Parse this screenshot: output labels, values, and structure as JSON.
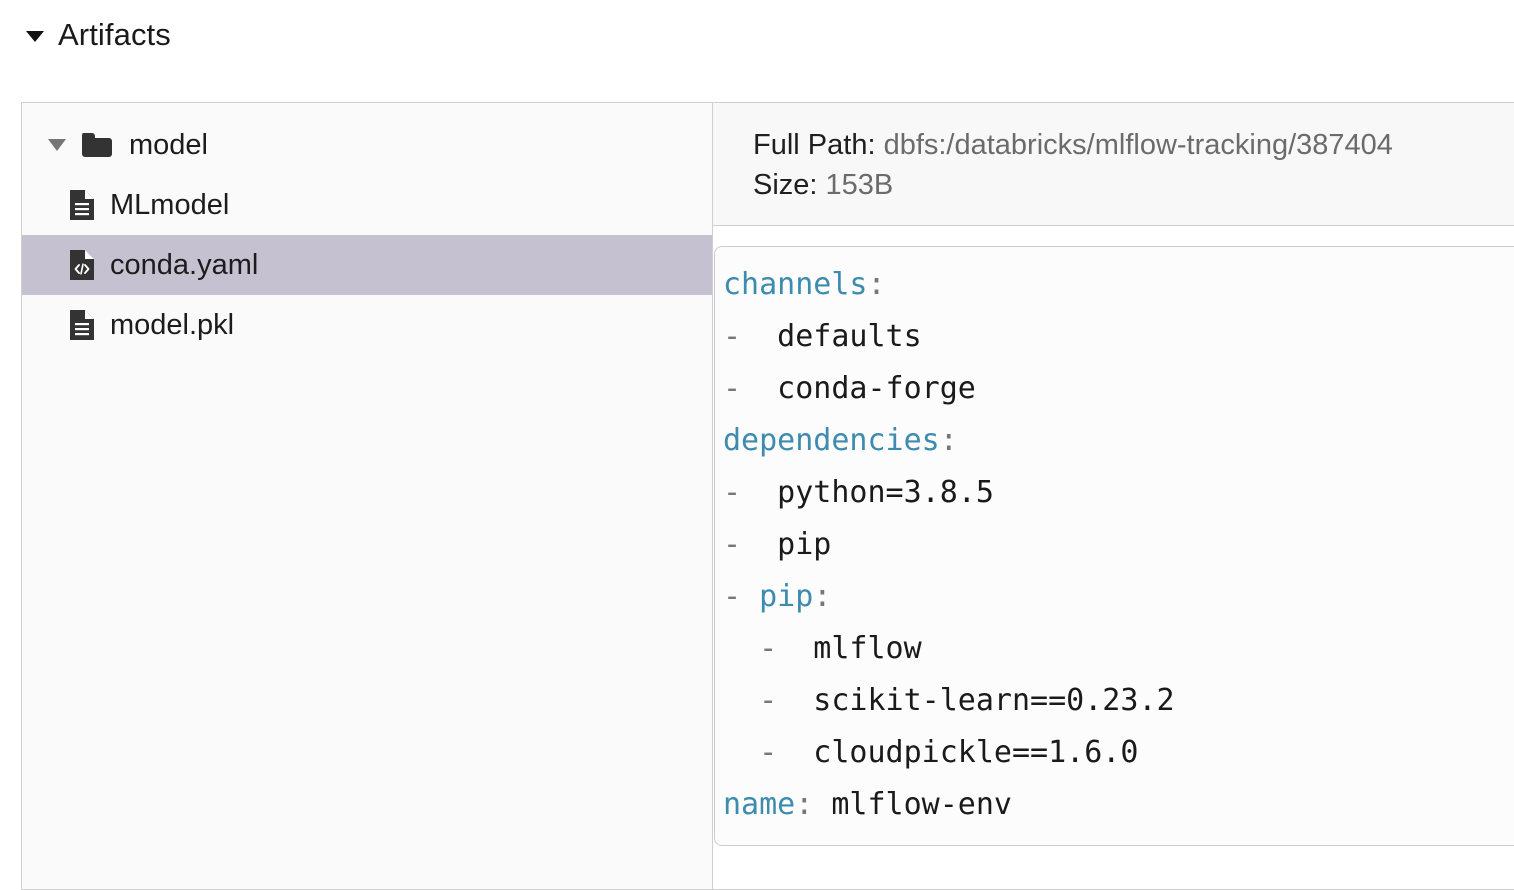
{
  "section": {
    "title": "Artifacts",
    "caret_icon": "caret-down-icon",
    "expanded": true
  },
  "file_tree": {
    "items": [
      {
        "label": "model",
        "type": "folder",
        "icon": "folder-icon",
        "depth": 0,
        "expanded": true,
        "selected": false
      },
      {
        "label": "MLmodel",
        "type": "file",
        "icon": "document-icon",
        "depth": 1,
        "selected": false
      },
      {
        "label": "conda.yaml",
        "type": "file",
        "icon": "code-file-icon",
        "depth": 1,
        "selected": true
      },
      {
        "label": "model.pkl",
        "type": "file",
        "icon": "document-icon",
        "depth": 1,
        "selected": false
      }
    ]
  },
  "detail": {
    "full_path_label": "Full Path:",
    "full_path_value": "dbfs:/databricks/mlflow-tracking/387404",
    "size_label": "Size:",
    "size_value": "153B"
  },
  "code": {
    "language": "yaml",
    "filename": "conda.yaml",
    "lines": [
      {
        "indent": 0,
        "dash": false,
        "key": "channels",
        "colon": true,
        "value": ""
      },
      {
        "indent": 0,
        "dash": true,
        "key": null,
        "colon": false,
        "value": "defaults"
      },
      {
        "indent": 0,
        "dash": true,
        "key": null,
        "colon": false,
        "value": "conda-forge"
      },
      {
        "indent": 0,
        "dash": false,
        "key": "dependencies",
        "colon": true,
        "value": ""
      },
      {
        "indent": 0,
        "dash": true,
        "key": null,
        "colon": false,
        "value": "python=3.8.5"
      },
      {
        "indent": 0,
        "dash": true,
        "key": null,
        "colon": false,
        "value": "pip"
      },
      {
        "indent": 0,
        "dash": true,
        "key": "pip",
        "colon": true,
        "value": ""
      },
      {
        "indent": 1,
        "dash": true,
        "key": null,
        "colon": false,
        "value": "mlflow"
      },
      {
        "indent": 1,
        "dash": true,
        "key": null,
        "colon": false,
        "value": "scikit-learn==0.23.2"
      },
      {
        "indent": 1,
        "dash": true,
        "key": null,
        "colon": false,
        "value": "cloudpickle==1.6.0"
      },
      {
        "indent": 0,
        "dash": false,
        "key": "name",
        "colon": true,
        "value": "mlflow-env"
      }
    ]
  },
  "colors": {
    "yaml_key": "#3d8bae",
    "selection": "#c5c1d0",
    "panel_bg": "#fafafa",
    "header_bg": "#f8f8f8",
    "border": "#cfcfcf",
    "muted_text": "#6b6b6b"
  }
}
